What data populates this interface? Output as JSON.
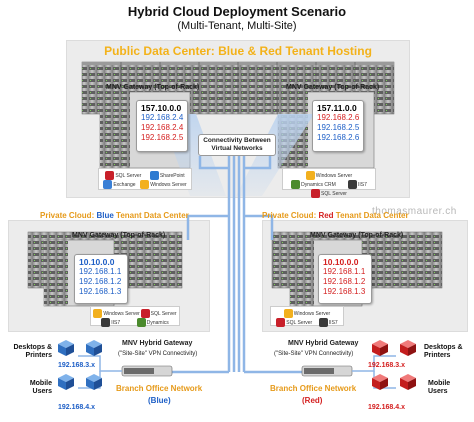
{
  "title": "Hybrid Cloud Deployment Scenario",
  "subtitle": "(Multi-Tenant, Multi-Site)",
  "public_dc": {
    "title": "Public Data Center: Blue & Red Tenant Hosting",
    "gateway_left_label": "MNV Gateway (Top-of-Rack)",
    "gateway_right_label": "MNV Gateway (Top-of-Rack)",
    "left_card": {
      "head": "157.10.0.0",
      "rows": [
        "192.168.2.4",
        "192.168.2.4",
        "192.168.2.5"
      ]
    },
    "right_card": {
      "head": "157.11.0.0",
      "rows": [
        "192.168.2.6",
        "192.168.2.5",
        "192.168.2.6"
      ]
    },
    "connectivity_label": "Connectivity Between Virtual Networks",
    "left_logos": [
      "SQL Server",
      "SharePoint",
      "Exchange",
      "Windows Server"
    ],
    "right_logos": [
      "Windows Server",
      "Dynamics CRM",
      "IIS7",
      "SQL Server"
    ]
  },
  "watermark": "thomasmaurer.ch",
  "private_blue": {
    "title_prefix": "Private Cloud: ",
    "tenant": "Blue",
    "title_suffix": " Tenant Data Center",
    "gateway_label": "MNV Gateway (Top-of-Rack)",
    "card": {
      "head": "10.10.0.0",
      "rows": [
        "192.168.1.1",
        "192.168.1.2",
        "192.168.1.3"
      ]
    },
    "logos": [
      "Windows Server",
      "SQL Server",
      "IIS7",
      "Dynamics"
    ]
  },
  "private_red": {
    "title_prefix": "Private Cloud: ",
    "tenant": "Red",
    "title_suffix": " Tenant Data Center",
    "gateway_label": "MNV Gateway (Top-of-Rack)",
    "card": {
      "head": "10.10.0.0",
      "rows": [
        "192.168.1.1",
        "192.168.1.2",
        "192.168.1.3"
      ]
    },
    "logos": [
      "Windows Server",
      "SQL Server",
      "IIS7"
    ]
  },
  "branch_blue": {
    "desktops_label": "Desktops & Printers",
    "desktops_subnet": "192.168.3.x",
    "mobile_label": "Mobile Users",
    "mobile_subnet": "192.168.4.x",
    "gateway_label": "MNV Hybrid Gateway",
    "vpn_label": "(\"Site-Site\" VPN Connectivity)",
    "network_label": "Branch Office Network",
    "tenant_label": "(Blue)"
  },
  "branch_red": {
    "desktops_label": "Desktops & Printers",
    "desktops_subnet": "192.168.3.x",
    "mobile_label": "Mobile Users",
    "mobile_subnet": "192.168.4.x",
    "gateway_label": "MNV Hybrid Gateway",
    "vpn_label": "(\"Site-Site\" VPN Connectivity)",
    "network_label": "Branch Office Network",
    "tenant_label": "(Red)"
  },
  "colors": {
    "accent_orange": "#f3b21a",
    "blue_tenant": "#1e5fc6",
    "red_tenant": "#d42020",
    "connector_blue": "#8fb6e6"
  }
}
